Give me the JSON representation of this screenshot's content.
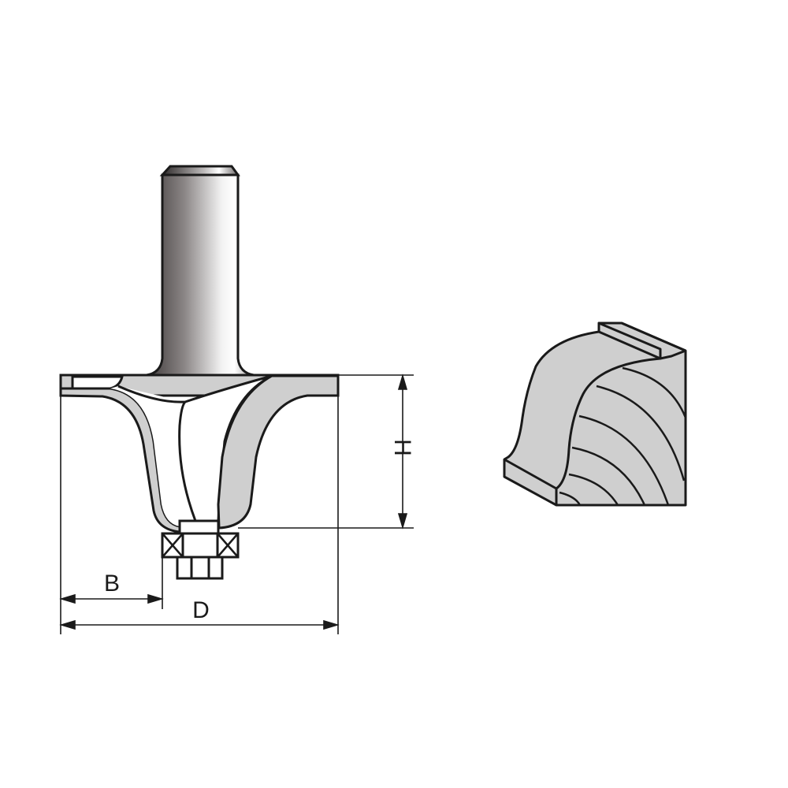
{
  "diagram": {
    "type": "router-bit-technical-drawing",
    "dimension_labels": {
      "height": "H",
      "bearing_offset": "B",
      "diameter": "D"
    },
    "parts": {
      "shank": "cylindrical shank",
      "cutter_body": "ogee/roman cutter profile",
      "bearing": "guide bearing",
      "profile_sample": "resulting wood molding profile"
    },
    "colors": {
      "outline": "#1a1a1a",
      "fill_gray": "#cfcfcf",
      "shank_dark": "#4a4545",
      "shank_light": "#ffffff",
      "background": "#ffffff"
    }
  }
}
